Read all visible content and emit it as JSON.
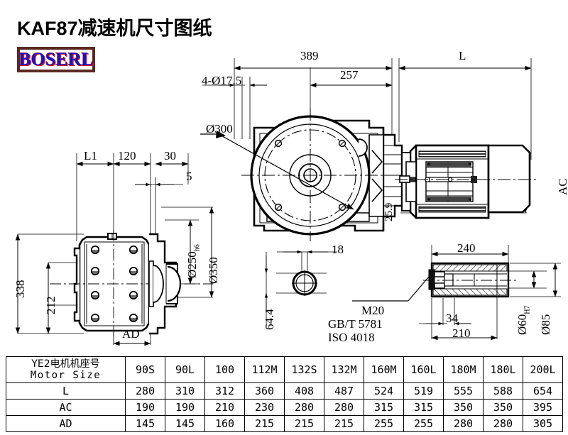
{
  "title": {
    "model": "KAF87",
    "cjk": "减速机尺寸图纸"
  },
  "logo": {
    "text": "BOSERL",
    "border_color": "#5a2a22",
    "text_color": "#1414c8",
    "shadow_color": "#d42020"
  },
  "dimensions": {
    "top_overall": "389",
    "top_inner": "257",
    "motor_length": "L",
    "bolt_holes": "4-Ø17.5",
    "flange_bolt_circle": "Ø300",
    "motor_ac": "AC",
    "offset_vertical": "25.9",
    "left_l1": "L1",
    "left_120": "120",
    "left_30": "30",
    "left_5": "5",
    "left_338": "338",
    "left_212": "212",
    "spigot_dia": "Ø250",
    "spigot_tol": "h6",
    "flange_dia": "Ø350",
    "left_ad": "AD",
    "key_width": "18",
    "key_height": "64.4",
    "shaft_240": "240",
    "shaft_210": "210",
    "shaft_34": "34",
    "bore_dia": "Ø60",
    "bore_tol": "H7",
    "hub_dia": "Ø85"
  },
  "notes": {
    "bolt_spec": "M20",
    "standard_gb": "GB/T 5781",
    "standard_iso": "ISO 4018"
  },
  "chart_data": {
    "type": "table",
    "title": "YE2 Motor Size dimension table",
    "header_label_cjk": "YE2电机机座号",
    "header_label_en": "Motor Size",
    "categories": [
      "90S",
      "90L",
      "100",
      "112M",
      "132S",
      "132M",
      "160M",
      "160L",
      "180M",
      "180L",
      "200L"
    ],
    "series": [
      {
        "name": "L",
        "values": [
          "280",
          "310",
          "312",
          "360",
          "408",
          "487",
          "524",
          "519",
          "555",
          "588",
          "654"
        ]
      },
      {
        "name": "AC",
        "values": [
          "190",
          "190",
          "210",
          "230",
          "280",
          "280",
          "315",
          "315",
          "350",
          "350",
          "395"
        ]
      },
      {
        "name": "AD",
        "values": [
          "145",
          "145",
          "160",
          "215",
          "215",
          "215",
          "255",
          "255",
          "280",
          "280",
          "305"
        ]
      }
    ]
  }
}
